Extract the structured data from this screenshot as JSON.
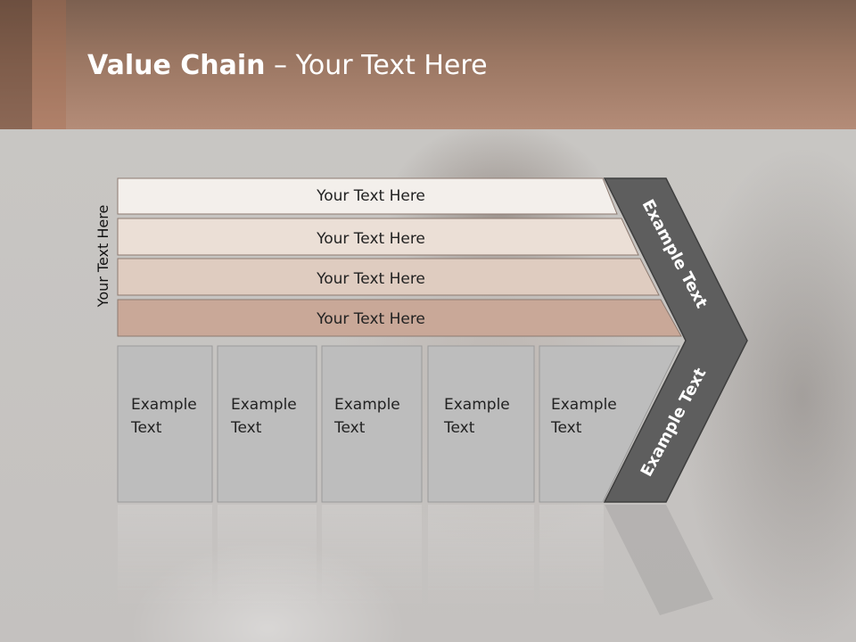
{
  "slide": {
    "title_bold": "Value Chain",
    "title_rest": " – Your Text Here",
    "side_label": "Your Text Here",
    "bands": [
      "Your Text Here",
      "Your Text Here",
      "Your Text Here",
      "Your Text Here"
    ],
    "boxes": [
      {
        "line1": "Example",
        "line2": "Text"
      },
      {
        "line1": "Example",
        "line2": "Text"
      },
      {
        "line1": "Example",
        "line2": "Text"
      },
      {
        "line1": "Example",
        "line2": "Text"
      },
      {
        "line1": "Example",
        "line2": "Text"
      }
    ],
    "chevron_top": "Example Text",
    "chevron_bottom": "Example Text"
  },
  "colors": {
    "header": "#9a7662",
    "band_1": "#f3efeb",
    "band_2": "#ebdfd6",
    "band_3": "#dfccc0",
    "band_4": "#c9a898",
    "box_fill": "#bdbdbd",
    "chevron": "#5e5e5e"
  }
}
